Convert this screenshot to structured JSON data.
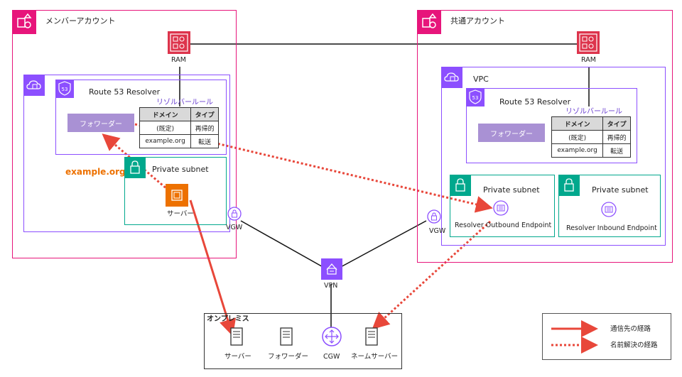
{
  "member_account": {
    "title": "メンバーアカウント"
  },
  "shared_account": {
    "title": "共通アカウント"
  },
  "ram_label": "RAM",
  "vpc_label": "VPC",
  "vgw_label": "VGW",
  "vpn_label": "VPN",
  "resolver_title": "Route 53 Resolver",
  "resolver_rules_label": "リゾルバールール",
  "forwarder_label": "フォワーダー",
  "rules_table": {
    "headers": [
      "ドメイン",
      "タイプ"
    ],
    "rows": [
      [
        "(既定)",
        "再帰的"
      ],
      [
        "example.org",
        "転送"
      ]
    ]
  },
  "example_domain": "example.org",
  "private_subnet_label": "Private subnet",
  "server_label": "サーバー",
  "outbound_endpoint_label": "Resolver Outbound Endpoint",
  "inbound_endpoint_label": "Resolver Inbound Endpoint",
  "onprem": {
    "title": "オンプレミス",
    "items": [
      "サーバー",
      "フォワーダー",
      "CGW",
      "ネームサーバー"
    ]
  },
  "legend": {
    "solid": "通信先の経路",
    "dotted": "名前解決の経路"
  },
  "colors": {
    "account": "#e7157b",
    "vpc": "#8c4fff",
    "subnet": "#01a88d",
    "ram": "#dd344c",
    "ec2": "#ed7100",
    "arrow": "#e8473a",
    "domain_text": "#ed7100"
  }
}
